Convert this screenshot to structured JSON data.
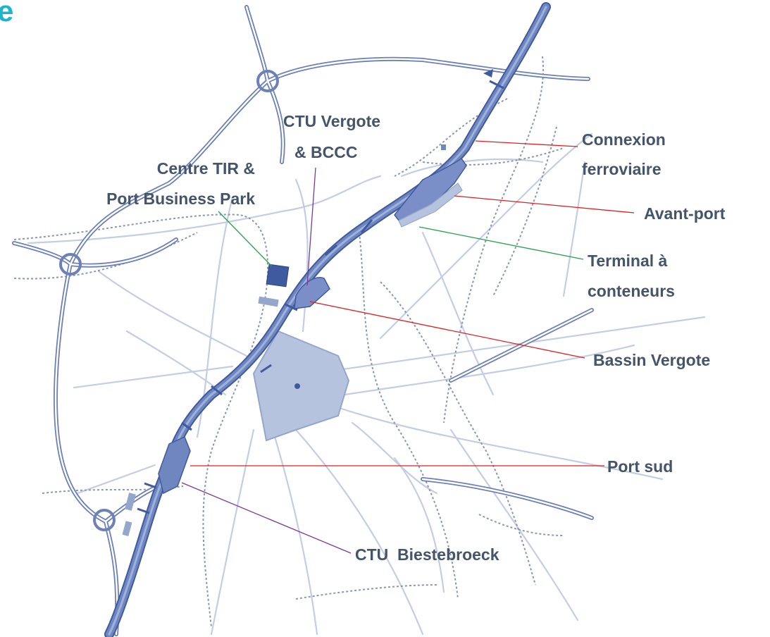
{
  "corner_glyph": "e",
  "labels": {
    "connexion": [
      "Connexion",
      "ferroviaire"
    ],
    "avant_port": "Avant-port",
    "terminal": [
      "Terminal à",
      "conteneurs"
    ],
    "bassin_vergote": "Bassin Vergote",
    "port_sud": "Port sud",
    "ctu_biestebroeck": "CTU  Biestebroeck",
    "ctu_vergote": [
      "CTU Vergote",
      "& BCCC"
    ],
    "centre_tir": [
      "Centre TIR &",
      "Port Business Park"
    ]
  },
  "colors": {
    "canal": "#6f86bf",
    "canal_edge": "#3f5a9e",
    "canal_core": "#9eb2dd",
    "road": "#c3cde3",
    "motorway": "#6d81b8",
    "motorway_inner": "#ffffff",
    "rail": "#8a96b2",
    "pentagon": "#b6c3de",
    "pentagon_edge": "#94a6cc",
    "basin": "#7a8fc7",
    "label": "#44546a",
    "leader_red": "#e02020",
    "leader_green": "#22a24a",
    "leader_purple": "#7a3a9a",
    "corner_glyph": "#1cb5c9"
  },
  "icons": [
    "motorway-interchange-icon",
    "city-centre-dot-icon"
  ]
}
